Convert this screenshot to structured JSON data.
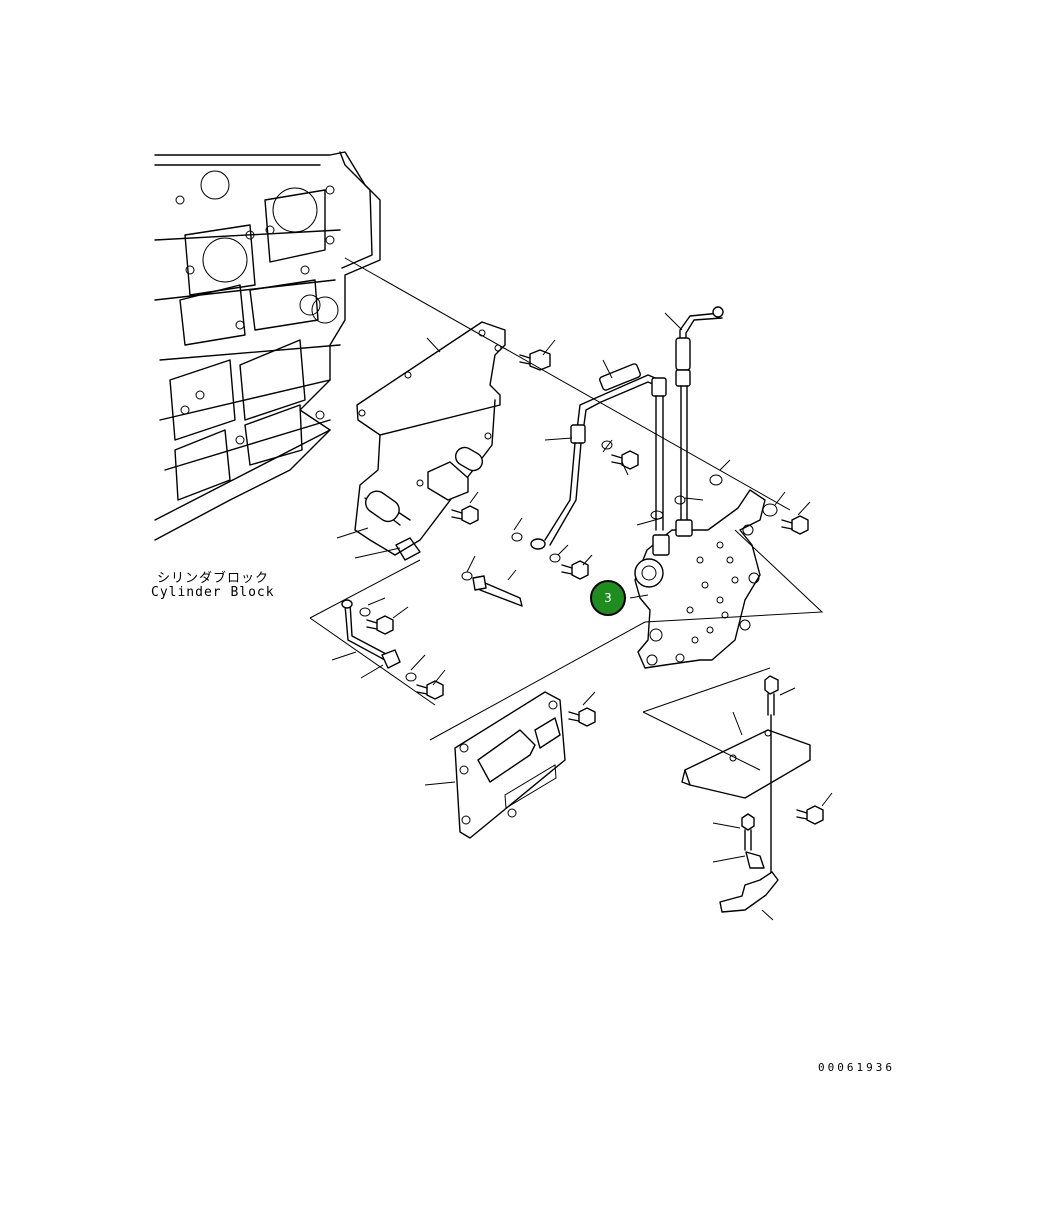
{
  "labels": {
    "cylinder_block_jp": "シリンダブロック",
    "cylinder_block_en": "Cylinder Block"
  },
  "callout": {
    "number": "3",
    "color": "#1f8c1f"
  },
  "drawing_code": "00061936",
  "colors": {
    "line": "#000000",
    "background": "#ffffff"
  }
}
